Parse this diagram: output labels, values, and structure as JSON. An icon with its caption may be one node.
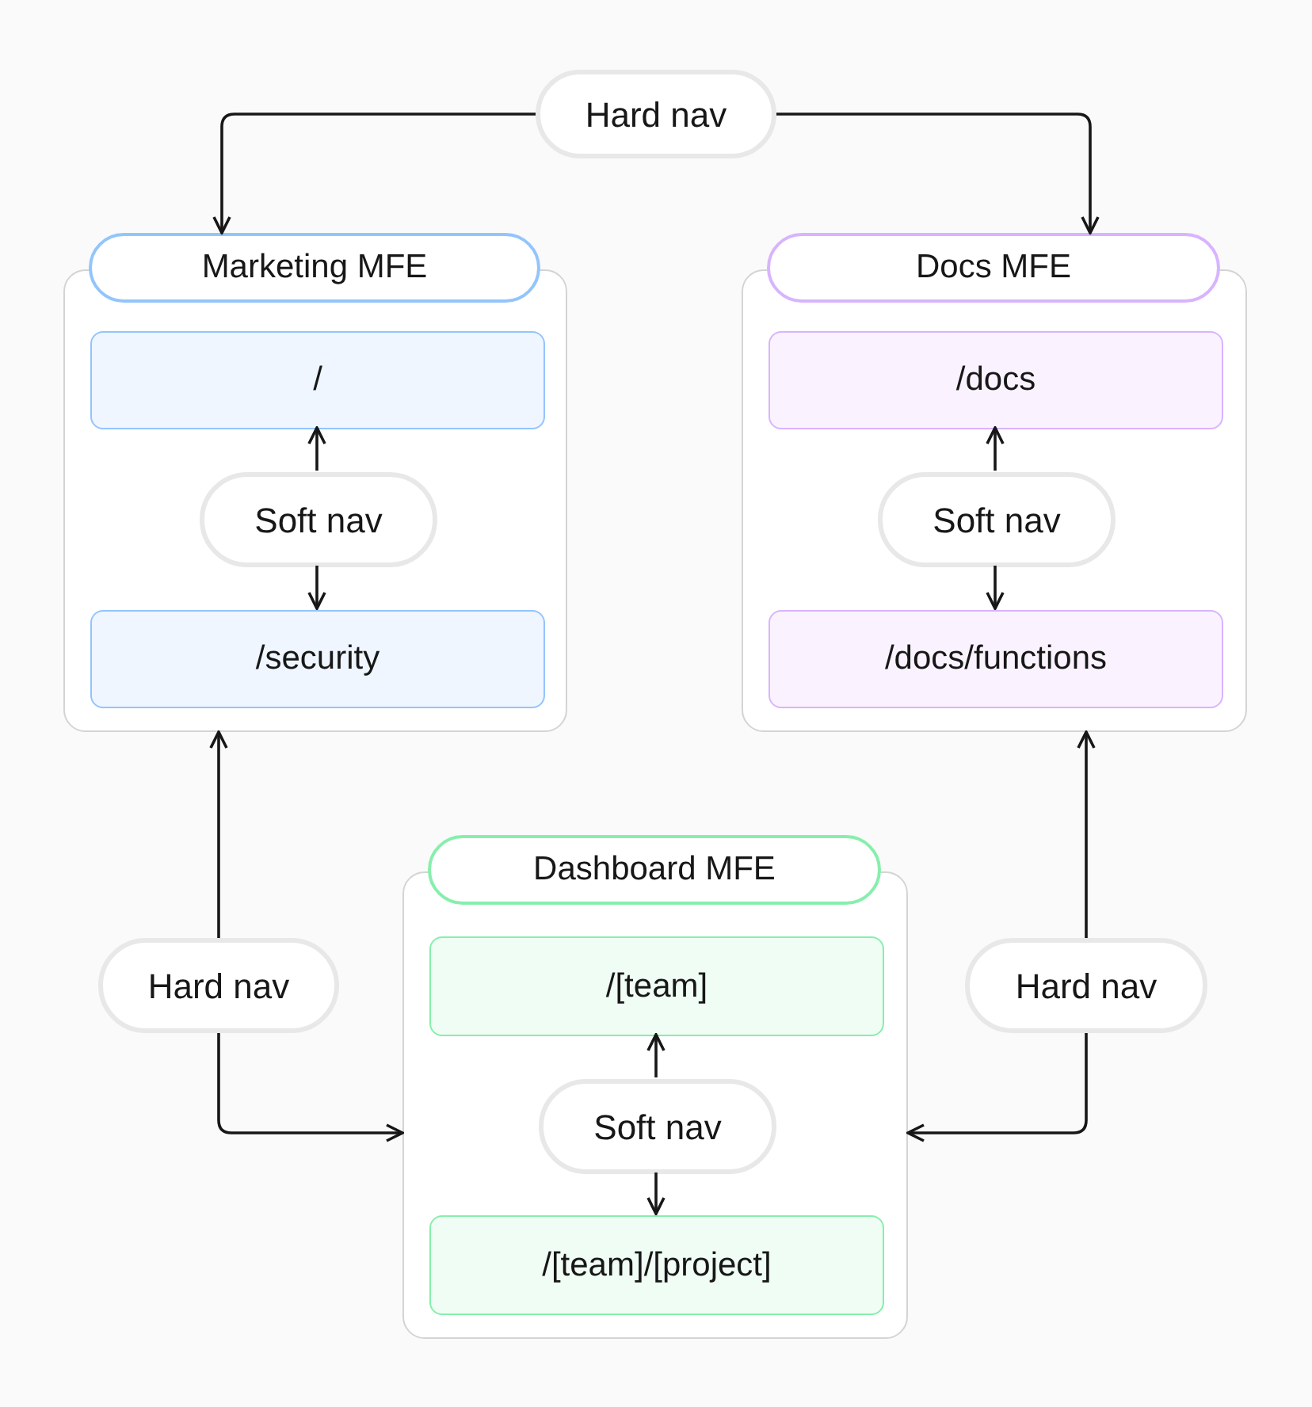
{
  "diagram": {
    "nodes": [
      {
        "text": [
          "Hard nav"
        ]
      },
      {
        "text": [
          "Marketing MFE"
        ]
      },
      {
        "text": [
          "/"
        ],
        "in": 1
      },
      {
        "text": [
          "Soft nav"
        ],
        "in": 1
      },
      {
        "text": [
          "/security"
        ],
        "in": 1
      },
      {
        "text": [
          "Docs MFE"
        ]
      },
      {
        "text": [
          "/docs"
        ],
        "in": 5
      },
      {
        "text": [
          "Soft nav"
        ],
        "in": 5
      },
      {
        "text": [
          "/docs/functions"
        ],
        "in": 5
      },
      {
        "text": [
          "Hard nav"
        ]
      },
      {
        "text": [
          "Dashboard MFE"
        ]
      },
      {
        "text": [
          "/[team]"
        ],
        "in": 10
      },
      {
        "text": [
          "Soft nav"
        ],
        "in": 10
      },
      {
        "text": [
          "/[team]/[project]"
        ],
        "in": 10
      },
      {
        "text": [
          "Hard nav"
        ]
      }
    ],
    "edges": [
      {
        "from": 0,
        "to": 1,
        "arrow": "to"
      },
      {
        "from": 0,
        "to": 5,
        "arrow": "to"
      },
      {
        "from": 3,
        "to": 2,
        "arrow": "to"
      },
      {
        "from": 3,
        "to": 4,
        "arrow": "to"
      },
      {
        "from": 7,
        "to": 6,
        "arrow": "to"
      },
      {
        "from": 7,
        "to": 8,
        "arrow": "to"
      },
      {
        "from": 9,
        "to": 1,
        "arrow": "to"
      },
      {
        "from": 9,
        "to": 10,
        "arrow": "to"
      },
      {
        "from": 14,
        "to": 5,
        "arrow": "to"
      },
      {
        "from": 14,
        "to": 10,
        "arrow": "to"
      },
      {
        "from": 12,
        "to": 11,
        "arrow": "to"
      },
      {
        "from": 12,
        "to": 13,
        "arrow": "to"
      }
    ]
  }
}
